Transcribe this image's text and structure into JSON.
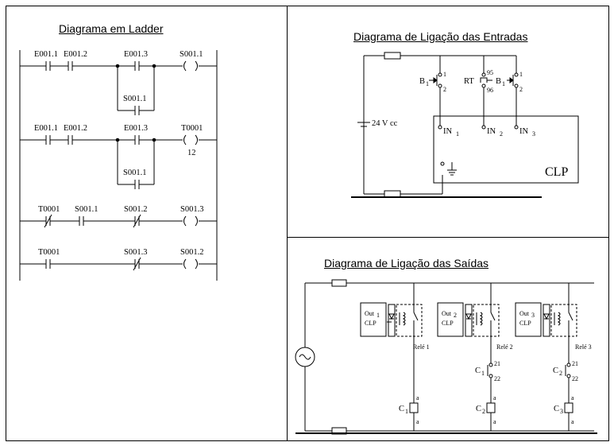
{
  "ladder": {
    "title": "Diagrama em Ladder",
    "rung1": {
      "c1": "E001.1",
      "c2": "E001.2",
      "c3": "E001.3",
      "coil": "S001.1",
      "branch": "S001.1"
    },
    "rung2": {
      "c1": "E001.1",
      "c2": "E001.2",
      "c3": "E001.3",
      "coil": "T0001",
      "preset": "12",
      "branch": "S001.1"
    },
    "rung3": {
      "c1": "T0001",
      "c2": "S001.1",
      "c3": "S001.2",
      "coil": "S001.3"
    },
    "rung4": {
      "c1": "T0001",
      "c3": "S001.3",
      "coil": "S001.2"
    }
  },
  "inputs": {
    "title": "Diagrama de Ligação das Entradas",
    "supply": "24 V cc",
    "b_label": "B",
    "b_sub": "1",
    "rt": "RT",
    "pin1": "1",
    "pin2": "2",
    "pin95": "95",
    "pin96": "96",
    "in_main": "IN",
    "in1_sub": "1",
    "in2_sub": "2",
    "in3_sub": "3",
    "clp": "CLP"
  },
  "outputs": {
    "title": "Diagrama de Ligação das Saídas",
    "out_text": "Out",
    "clp": "CLP",
    "out_subs": [
      "1",
      "2",
      "3"
    ],
    "rele": [
      "Relé 1",
      "Relé 2",
      "Relé 3"
    ],
    "c_label": "C",
    "c_subs": [
      "1",
      "2",
      "3"
    ],
    "a1": "a",
    "a2": "a",
    "pin21": "21",
    "pin22": "22"
  }
}
